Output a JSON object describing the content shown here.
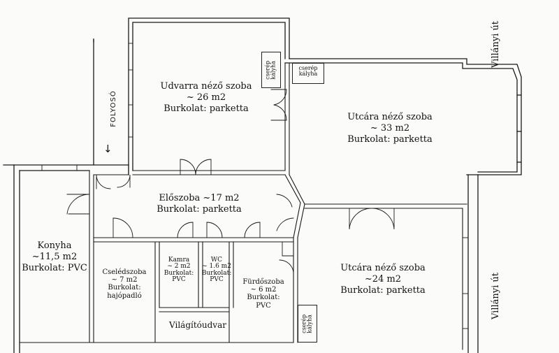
{
  "corridor_label": "FOLYOSÓ",
  "streets": {
    "top": "Villányi út",
    "bottom": "Villányi út"
  },
  "icons": {
    "corridor_arrow": "↓"
  },
  "rooms": {
    "udvar": {
      "name": "Udvarra néző szoba",
      "area": "~ 26 m2",
      "floor": "Burkolat: parketta"
    },
    "utca1": {
      "name": "Utcára néző szoba",
      "area": "~ 33 m2",
      "floor": "Burkolat: parketta"
    },
    "eloszoba": {
      "name": "Előszoba ~17 m2",
      "floor": "Burkolat: parketta"
    },
    "konyha": {
      "name": "Konyha",
      "area": "~11,5 m2",
      "floor": "Burkolat: PVC"
    },
    "cseled": {
      "name": "Cselédszoba",
      "area": "~ 7 m2",
      "floor1": "Burkolat:",
      "floor2": "hajópadló"
    },
    "kamra": {
      "name": "Kamra",
      "area": "~ 2 m2",
      "floor1": "Burkolat:",
      "floor2": "PVC"
    },
    "wc": {
      "name": "WC",
      "area": "~ 1.6 m2",
      "floor1": "Burkolat:",
      "floor2": "PVC"
    },
    "furdo": {
      "name": "Fürdőszoba",
      "area": "~ 6 m2",
      "floor1": "Burkolat:",
      "floor2": "PVC"
    },
    "utca2": {
      "name": "Utcára néző szoba",
      "area": "~24 m2",
      "floor": "Burkolat: parketta"
    },
    "vilagito": {
      "name": "Világítóudvar"
    }
  },
  "stoves": {
    "s1": {
      "l1": "cserép",
      "l2": "kályha"
    },
    "s2": {
      "l1": "cserép",
      "l2": "kályha"
    },
    "s3": {
      "l1": "cserép",
      "l2": "kályha"
    }
  }
}
